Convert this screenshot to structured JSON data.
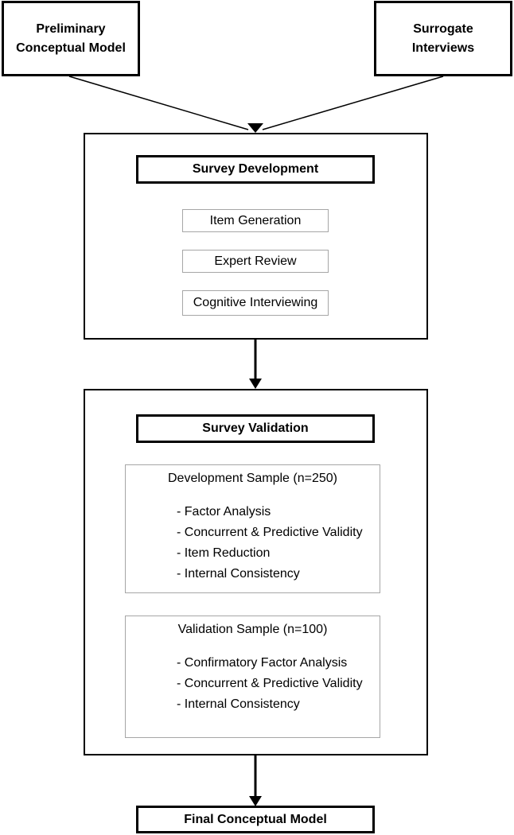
{
  "inputs": {
    "preliminary": [
      "Preliminary",
      "Conceptual Model"
    ],
    "surrogate": [
      "Surrogate",
      "Interviews"
    ]
  },
  "development": {
    "title": "Survey Development",
    "steps": [
      "Item Generation",
      "Expert Review",
      "Cognitive Interviewing"
    ]
  },
  "validation": {
    "title": "Survey Validation",
    "development_sample": {
      "title": "Development Sample (n=250)",
      "items": [
        "- Factor Analysis",
        "- Concurrent & Predictive Validity",
        "- Item Reduction",
        "- Internal Consistency"
      ]
    },
    "validation_sample": {
      "title": "Validation Sample (n=100)",
      "items": [
        "- Confirmatory Factor Analysis",
        "- Concurrent & Predictive Validity",
        "- Internal Consistency"
      ]
    }
  },
  "output": {
    "title": "Final Conceptual Model"
  }
}
